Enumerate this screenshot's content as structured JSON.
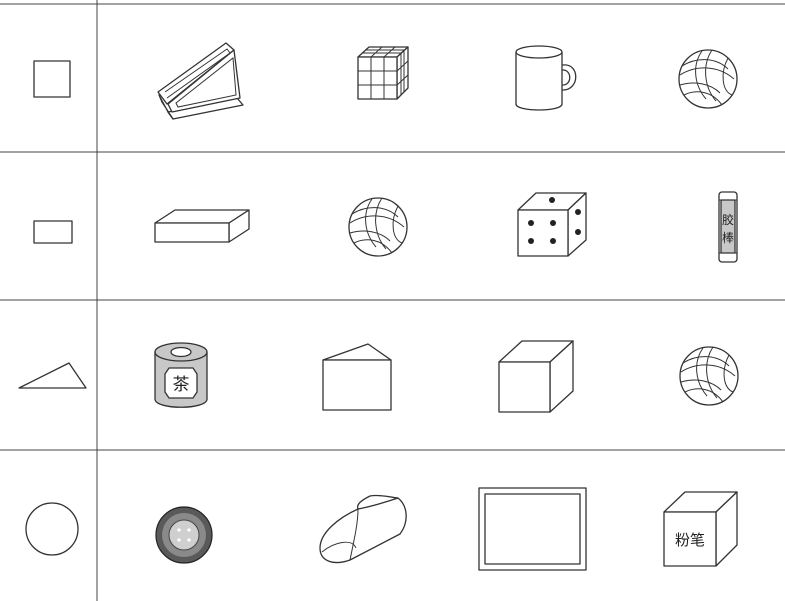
{
  "rows": [
    {
      "shape": "square",
      "objects": [
        {
          "name": "pencil-case-icon"
        },
        {
          "name": "rubiks-cube-icon"
        },
        {
          "name": "mug-icon"
        },
        {
          "name": "volleyball-icon"
        }
      ]
    },
    {
      "shape": "rectangle",
      "objects": [
        {
          "name": "brick-icon"
        },
        {
          "name": "volleyball-icon"
        },
        {
          "name": "dice-icon"
        },
        {
          "name": "glue-stick-icon",
          "label_top": "胶",
          "label_bottom": "棒"
        }
      ]
    },
    {
      "shape": "triangle",
      "objects": [
        {
          "name": "tea-can-icon",
          "label": "茶"
        },
        {
          "name": "triangular-prism-icon"
        },
        {
          "name": "cube-icon"
        },
        {
          "name": "volleyball-icon"
        }
      ]
    },
    {
      "shape": "circle",
      "objects": [
        {
          "name": "button-icon"
        },
        {
          "name": "eraser-icon"
        },
        {
          "name": "picture-frame-icon"
        },
        {
          "name": "chalk-box-icon",
          "label": "粉笔"
        }
      ]
    }
  ]
}
